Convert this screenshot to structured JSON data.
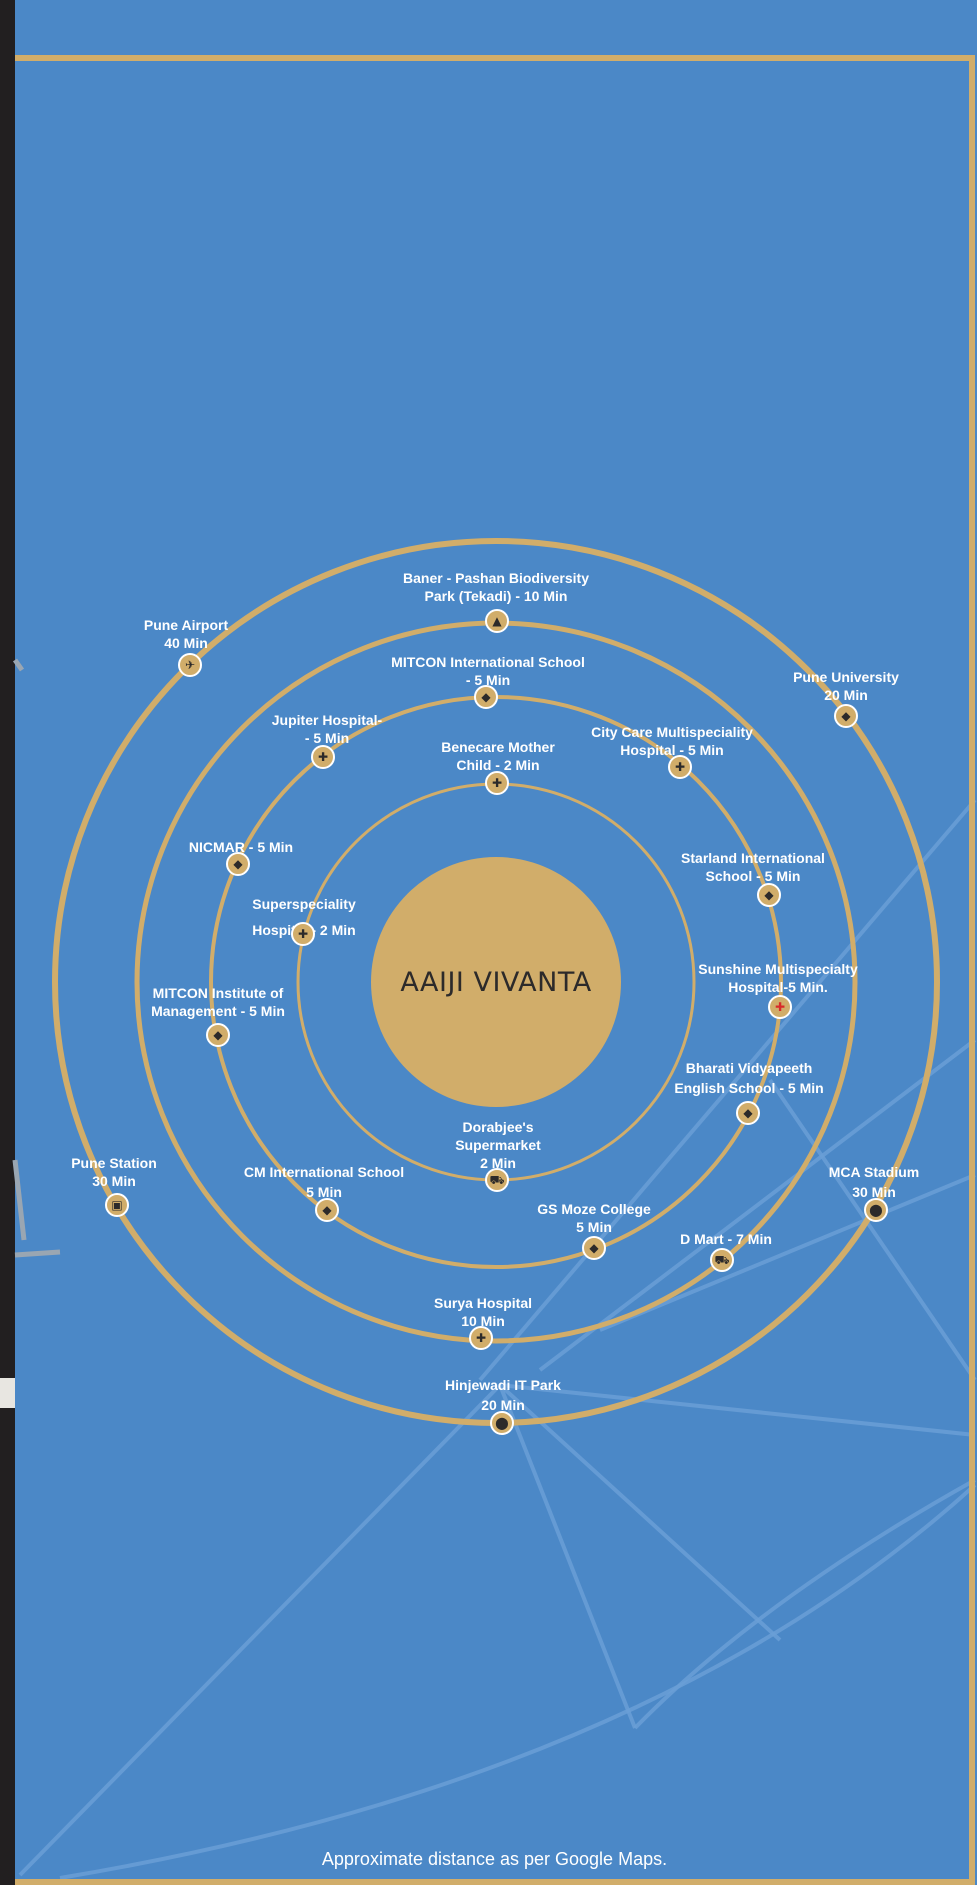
{
  "title": "AAIJI VIVANTA",
  "footnote": "Approximate distance as per Google Maps.",
  "colors": {
    "background": "#4b88c7",
    "gold": "#d1ad6a",
    "dark": "#2c2a2a",
    "text": "#ffffff",
    "hospital_red": "#d82a2a"
  },
  "places": [
    {
      "name": "Baner - Pashan Biodiversity\nPark (Tekadi) - 10 Min",
      "icon": "tree-icon"
    },
    {
      "name": "Pune Airport\n40 Min",
      "icon": "airplane-icon"
    },
    {
      "name": "MITCON International School\n- 5 Min",
      "icon": "graduation-cap-icon"
    },
    {
      "name": "Pune University\n20 Min",
      "icon": "graduation-cap-icon"
    },
    {
      "name": "Jupiter Hospital-\n- 5 Min",
      "icon": "medical-cross-icon"
    },
    {
      "name": "City Care Multispeciality\nHospital - 5 Min",
      "icon": "medical-cross-icon"
    },
    {
      "name": "Benecare Mother\nChild - 2 Min",
      "icon": "medical-cross-icon"
    },
    {
      "name": "NICMAR - 5 Min",
      "icon": "graduation-cap-icon"
    },
    {
      "name": "Starland International\nSchool - 5 Min",
      "icon": "graduation-cap-icon"
    },
    {
      "name": "Superspeciality\nHospital - 2 Min",
      "icon": "medical-cross-icon"
    },
    {
      "name": "Sunshine Multispecialty\nHospital-5 Min.",
      "icon": "medical-cross-icon"
    },
    {
      "name": "MITCON Institute of\nManagement - 5 Min",
      "icon": "graduation-cap-icon"
    },
    {
      "name": "Bharati Vidyapeeth\nEnglish School - 5 Min",
      "icon": "graduation-cap-icon"
    },
    {
      "name": "Dorabjee's\nSupermarket\n2 Min",
      "icon": "shopping-cart-icon"
    },
    {
      "name": "Pune Station\n30 Min",
      "icon": "train-icon"
    },
    {
      "name": "CM International School\n5 Min",
      "icon": "graduation-cap-icon"
    },
    {
      "name": "MCA Stadium\n30 Min",
      "icon": "map-pin-icon"
    },
    {
      "name": "GS Moze College\n5 Min",
      "icon": "graduation-cap-icon"
    },
    {
      "name": "D Mart - 7 Min",
      "icon": "shopping-cart-icon"
    },
    {
      "name": "Surya Hospital\n10 Min",
      "icon": "medical-cross-icon"
    },
    {
      "name": "Hinjewadi IT Park\n20 Min",
      "icon": "map-pin-icon"
    }
  ]
}
